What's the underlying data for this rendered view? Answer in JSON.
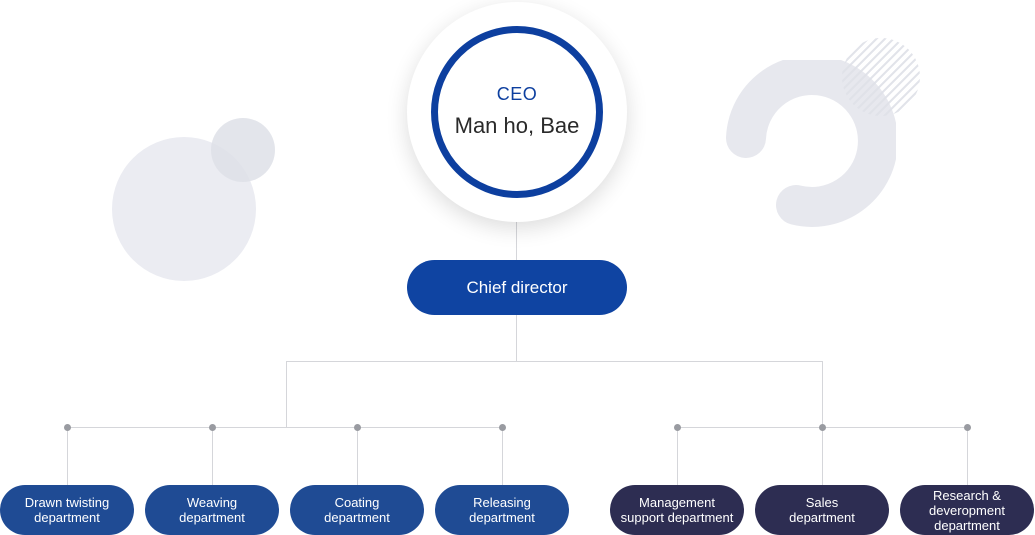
{
  "ceo": {
    "title": "CEO",
    "name": "Man ho, Bae"
  },
  "chief_director": {
    "label": "Chief director"
  },
  "departments": [
    {
      "line1": "Drawn twisting",
      "line2": "department",
      "line3": ""
    },
    {
      "line1": "Weaving",
      "line2": "department",
      "line3": ""
    },
    {
      "line1": "Coating",
      "line2": "department",
      "line3": ""
    },
    {
      "line1": "Releasing",
      "line2": "department",
      "line3": ""
    },
    {
      "line1": "Management",
      "line2": "support department",
      "line3": ""
    },
    {
      "line1": "Sales",
      "line2": "department",
      "line3": ""
    },
    {
      "line1": "Research &",
      "line2": "deveropment",
      "line3": "department"
    }
  ],
  "colors": {
    "primary_blue": "#0f44a2",
    "ceo_ring": "#0d3f9f",
    "dept_blue": "#1f4b94",
    "dept_navy": "#2d2d52",
    "connector": "#d5d6da",
    "decoration": "#ebecf2"
  }
}
